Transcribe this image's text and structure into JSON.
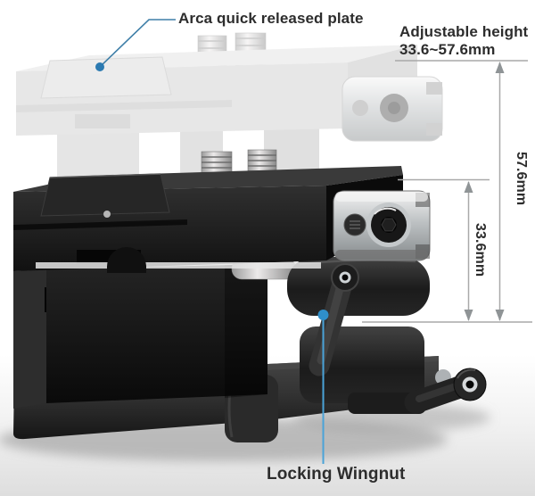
{
  "annotations": {
    "arca_plate_label": "Arca quick released plate",
    "adjustable_height_title": "Adjustable height",
    "adjustable_height_range": "33.6~57.6mm",
    "height_max_label": "57.6mm",
    "height_min_label": "33.6mm",
    "locking_wingnut_label": "Locking Wingnut"
  },
  "colors": {
    "leader_line_blue": "#3f7fa8",
    "leader_dot_blue": "#2b7ab1",
    "wingnut_leader_blue": "#4aa3d8",
    "wingnut_dot_blue": "#2f8fc9",
    "dimension_line_gray": "#a9a9a9",
    "dimension_arrow_gray": "#8f9496",
    "annotation_text": "#2d2d2d",
    "product_black": "#141414",
    "metal_silver": "#c9cdd0",
    "ghost_gray": "#cfcfcf",
    "background": "#ffffff",
    "floor_gray": "#e2e2e2"
  }
}
